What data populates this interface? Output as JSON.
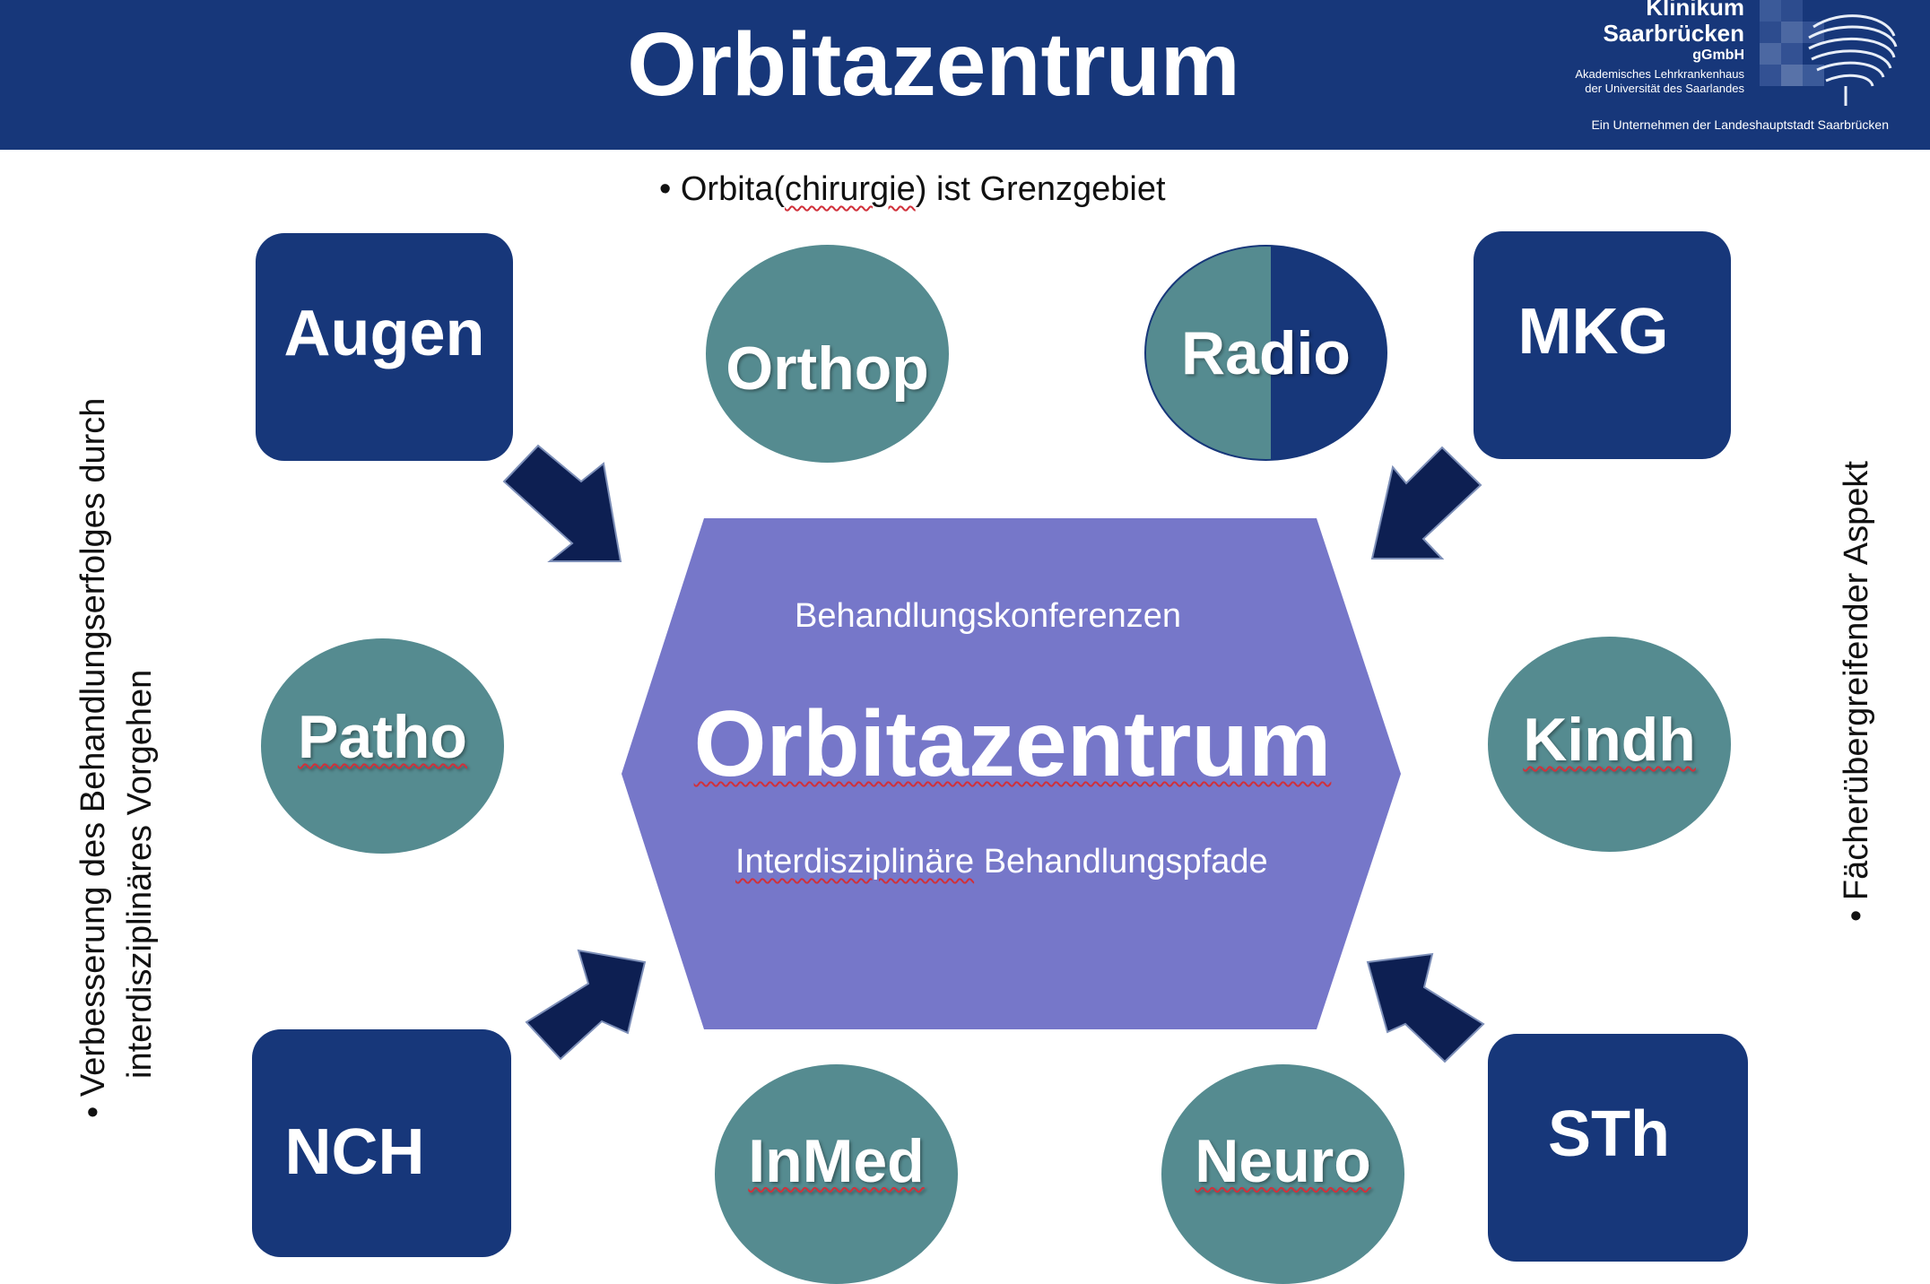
{
  "header": {
    "title": "Orbitazentrum",
    "logo": {
      "name_line1": "Klinikum",
      "name_line2": "Saarbrücken",
      "legal_form": "gGmbH",
      "subtitle_line1": "Akademisches Lehrkrankenhaus",
      "subtitle_line2": "der Universität des Saarlandes",
      "tagline": "Ein Unternehmen der Landeshauptstadt Saarbrücken"
    }
  },
  "top_bullet": {
    "prefix": "• Orbita(",
    "underlined": "chirurgie",
    "suffix": ") ist Grenzgebiet"
  },
  "left_bullet": {
    "line1": "• Verbesserung des Behandlungserfolges durch",
    "line2": "interdisziplinäres Vorgehen"
  },
  "right_bullet": "• Fächerübergreifender Aspekt",
  "center": {
    "title": "Orbitazentrum",
    "subtitle_top": "Behandlungskonferenzen",
    "subtitle_bottom_underlined": "Interdisziplinäre",
    "subtitle_bottom_rest": " Behandlungspfade"
  },
  "disciplines": {
    "augen": "Augen",
    "orthop": "Orthop",
    "radio": "Radio",
    "mkg": "MKG",
    "patho": "Patho",
    "kindh": "Kindh",
    "nch": "NCH",
    "inmed": "InMed",
    "neuro": "Neuro",
    "sth": "STh"
  },
  "colors": {
    "navy": "#17377a",
    "teal": "#558b90",
    "hexagon": "#7677c9",
    "arrow": "#0d1f52"
  }
}
